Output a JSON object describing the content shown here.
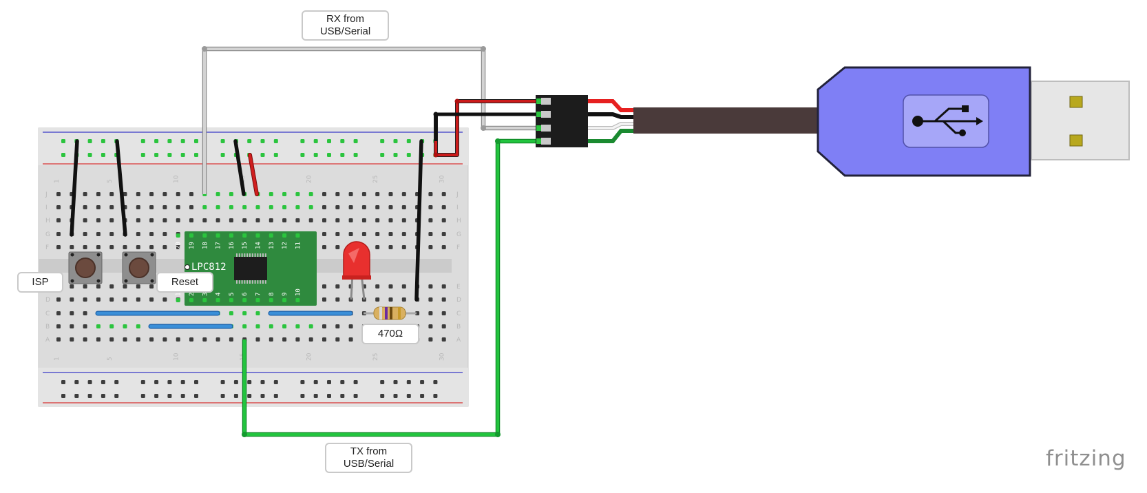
{
  "labels": {
    "rx": "RX from\nUSB/Serial",
    "tx": "TX from\nUSB/Serial",
    "isp": "ISP",
    "reset": "Reset",
    "resistor": "470Ω"
  },
  "chip": {
    "name": "LPC812",
    "top_pins": [
      "20",
      "19",
      "18",
      "17",
      "16",
      "15",
      "14",
      "13",
      "12",
      "11"
    ],
    "bottom_pins": [
      "1",
      "2",
      "3",
      "4",
      "5",
      "6",
      "7",
      "8",
      "9",
      "10"
    ]
  },
  "breadboard": {
    "column_numbers": [
      "1",
      "5",
      "10",
      "15",
      "20",
      "25",
      "30"
    ],
    "row_letters_top": [
      "J",
      "I",
      "H",
      "G",
      "F"
    ],
    "row_letters_bottom": [
      "E",
      "D",
      "C",
      "B",
      "A"
    ]
  },
  "brand": "fritzing",
  "colors": {
    "wire_gray": "#c8c8c8",
    "wire_green": "#1fbf3a",
    "wire_red": "#cc1b1b",
    "wire_black": "#222222",
    "wire_blue": "#3a8fd8",
    "chip_pcb": "#2f8a3e",
    "usb_body": "#7f7ff5",
    "cable": "#4a3a3a",
    "led": "#e8302e"
  }
}
